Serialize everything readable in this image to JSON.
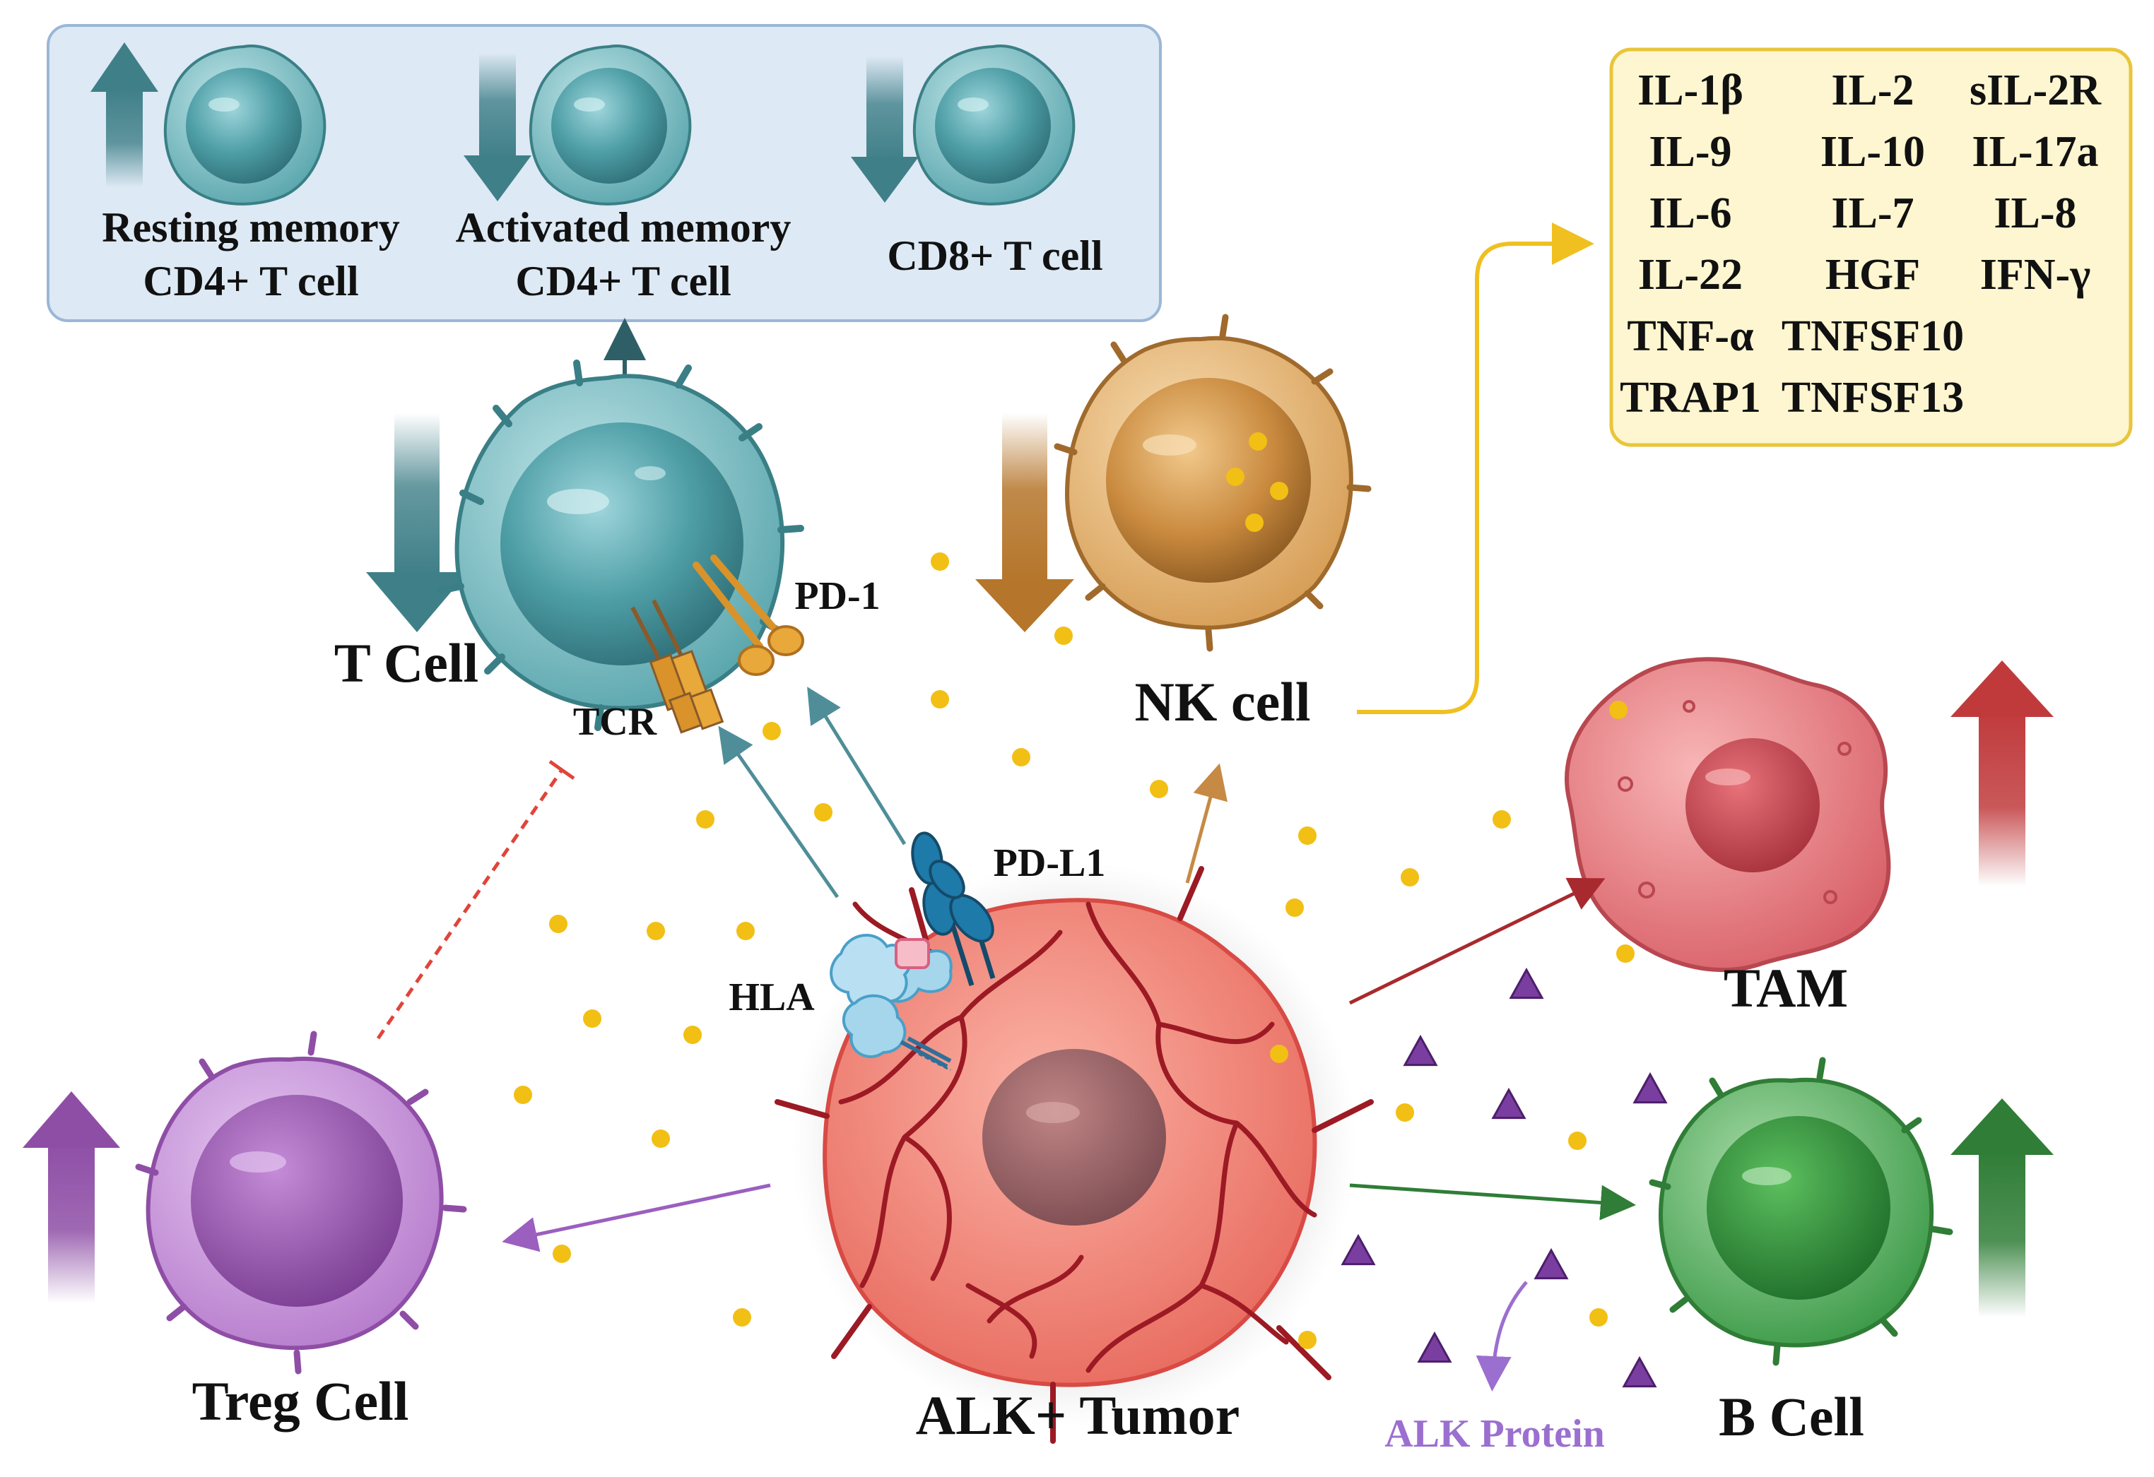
{
  "panel_top": {
    "resting": [
      "Resting memory",
      "CD4+ T cell"
    ],
    "activated": [
      "Activated memory",
      "CD4+ T cell"
    ],
    "cd8": "CD8+ T cell"
  },
  "cytokines": [
    [
      "IL-1β",
      "IL-2",
      "sIL-2R"
    ],
    [
      "IL-9",
      "IL-10",
      "IL-17a"
    ],
    [
      "IL-6",
      "IL-7",
      "IL-8"
    ],
    [
      "IL-22",
      "HGF",
      "IFN-γ"
    ],
    [
      "TNF-α",
      "TNFSF10",
      ""
    ],
    [
      "TRAP1",
      "TNFSF13",
      ""
    ]
  ],
  "labels": {
    "t_cell": "T Cell",
    "tcr": "TCR",
    "pd1": "PD-1",
    "nk_cell": "NK cell",
    "pdl1": "PD-L1",
    "hla": "HLA",
    "tam": "TAM",
    "b_cell": "B Cell",
    "treg_cell": "Treg Cell",
    "alk_tumor": "ALK+ Tumor",
    "alk_protein": "ALK Protein"
  },
  "trend": {
    "resting_memory_cd4": "up",
    "activated_memory_cd4": "down",
    "cd8": "down",
    "t_cell": "down",
    "nk_cell": "down",
    "tam": "up",
    "b_cell": "up",
    "treg_cell": "up"
  },
  "colors": {
    "t_cell": "#4a9aa3",
    "nk_cell": "#c98a3e",
    "tam": "#d9626a",
    "b_cell": "#3c9a48",
    "treg": "#a05cb8",
    "tumor": "#ec7a6e",
    "cytokine_dot": "#f2bf14",
    "alk_protein": "#7a3ea0",
    "alk_protein_label": "#9b6fcf",
    "panel_bg": "#dde9f4",
    "cytokine_box_bg": "#fdf6d0",
    "cytokine_box_border": "#e9c53a"
  }
}
